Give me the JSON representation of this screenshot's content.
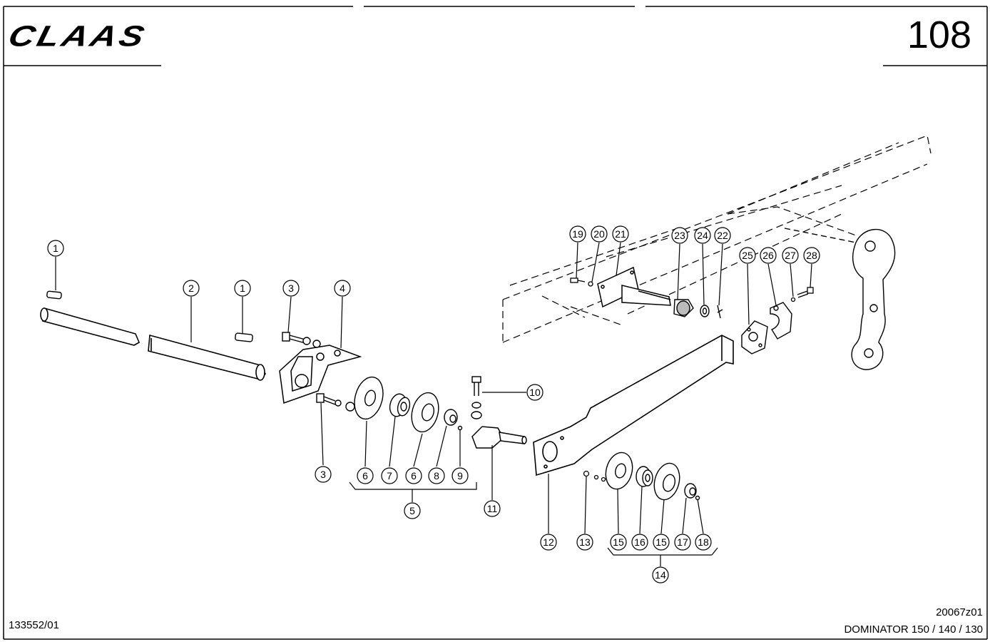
{
  "header": {
    "brand": "CLAAS",
    "page_number": "108"
  },
  "footer": {
    "document_id": "133552/01",
    "drawing_id": "20067z01",
    "model": "DOMINATOR 150 / 140 / 130"
  },
  "callouts": [
    {
      "label": "1"
    },
    {
      "label": "2"
    },
    {
      "label": "1"
    },
    {
      "label": "3"
    },
    {
      "label": "4"
    },
    {
      "label": "3"
    },
    {
      "label": "6"
    },
    {
      "label": "7"
    },
    {
      "label": "6"
    },
    {
      "label": "8"
    },
    {
      "label": "9"
    },
    {
      "label": "5"
    },
    {
      "label": "10"
    },
    {
      "label": "11"
    },
    {
      "label": "12"
    },
    {
      "label": "13"
    },
    {
      "label": "15"
    },
    {
      "label": "16"
    },
    {
      "label": "15"
    },
    {
      "label": "17"
    },
    {
      "label": "18"
    },
    {
      "label": "14"
    },
    {
      "label": "19"
    },
    {
      "label": "20"
    },
    {
      "label": "21"
    },
    {
      "label": "23"
    },
    {
      "label": "24"
    },
    {
      "label": "22"
    },
    {
      "label": "25"
    },
    {
      "label": "26"
    },
    {
      "label": "27"
    },
    {
      "label": "28"
    }
  ]
}
